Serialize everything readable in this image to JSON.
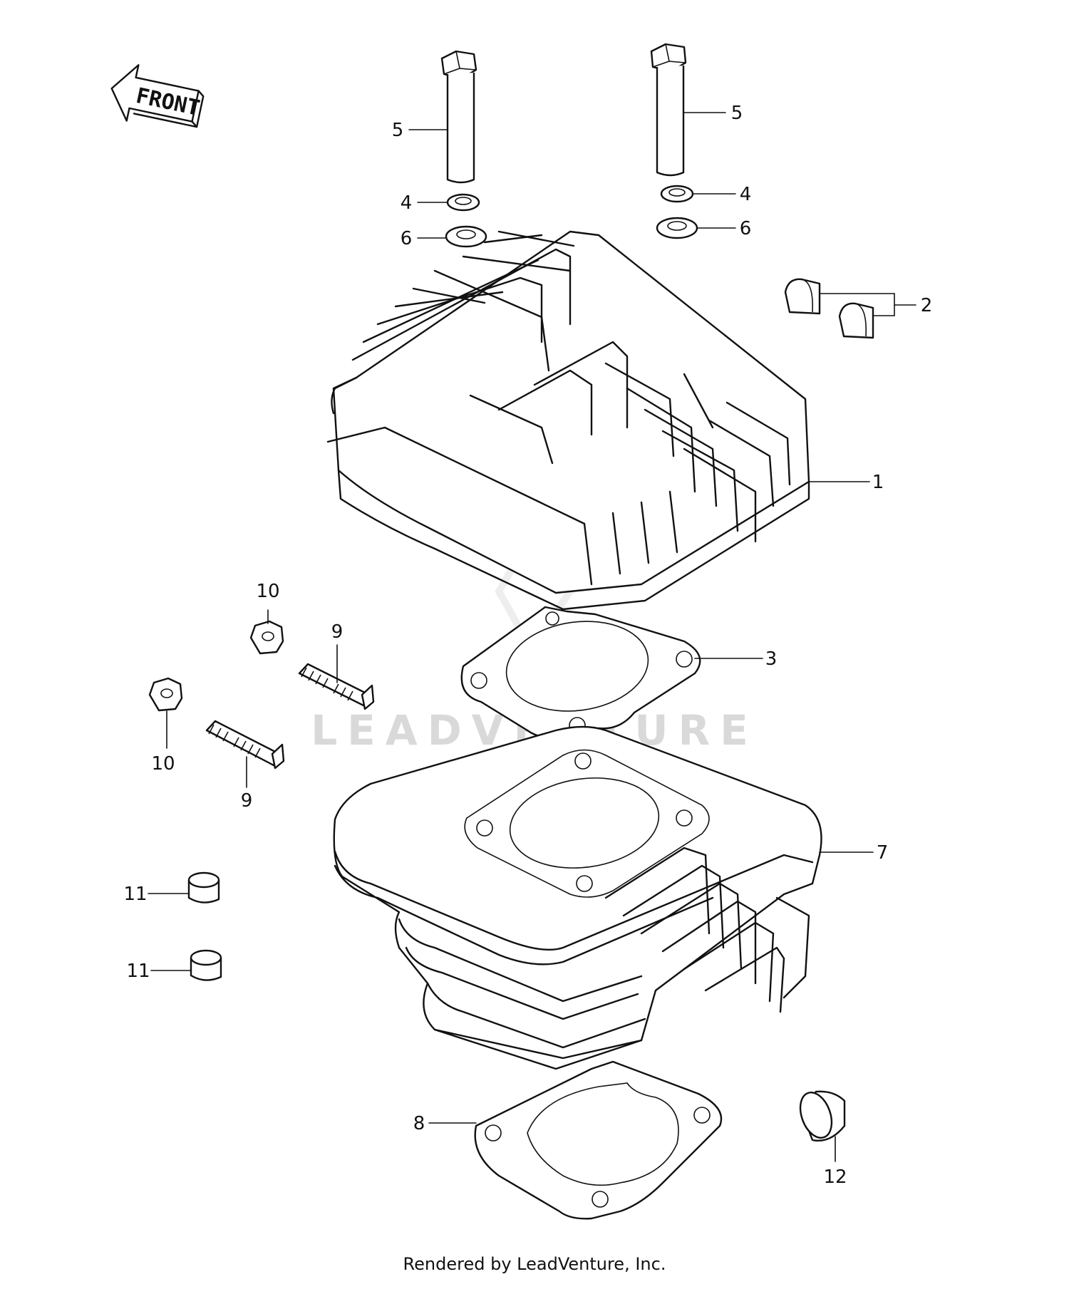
{
  "orientation_label": "FRONT",
  "callouts": {
    "c1": "1",
    "c2": "2",
    "c3": "3",
    "c4a": "4",
    "c4b": "4",
    "c5a": "5",
    "c5b": "5",
    "c6a": "6",
    "c6b": "6",
    "c7": "7",
    "c8": "8",
    "c9a": "9",
    "c9b": "9",
    "c10a": "10",
    "c10b": "10",
    "c11a": "11",
    "c11b": "11",
    "c12": "12"
  },
  "watermark": "LEADVENTURE",
  "footer": "Rendered by LeadVenture, Inc.",
  "icons": [
    "front-arrow-icon",
    "leadventure-logo-icon"
  ],
  "colors": {
    "line": "#111111",
    "background": "#ffffff",
    "watermark": "#d9d9d9"
  }
}
